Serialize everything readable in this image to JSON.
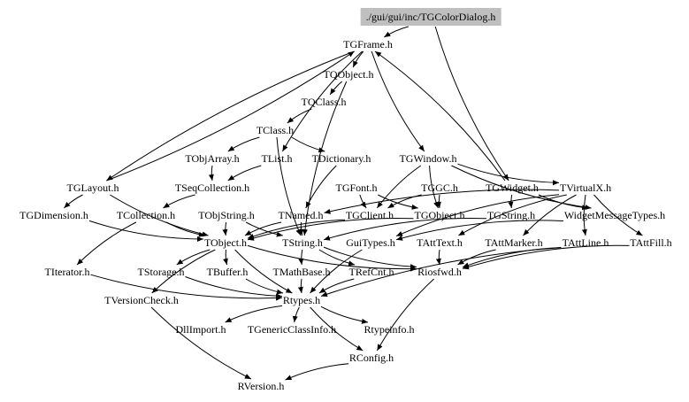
{
  "diagram": {
    "type": "include-dependency-graph",
    "colors": {
      "root_fill": "#bfbfbf",
      "edge": "#000000",
      "text": "#000000",
      "background": "#ffffff"
    },
    "nodes": [
      {
        "id": "root",
        "label": "./gui/gui/inc/TGColorDialog.h"
      },
      {
        "id": "TGFrame",
        "label": "TGFrame.h"
      },
      {
        "id": "TQObject",
        "label": "TQObject.h"
      },
      {
        "id": "TQClass",
        "label": "TQClass.h"
      },
      {
        "id": "TClass",
        "label": "TClass.h"
      },
      {
        "id": "TObjArray",
        "label": "TObjArray.h"
      },
      {
        "id": "TList",
        "label": "TList.h"
      },
      {
        "id": "TDictionary",
        "label": "TDictionary.h"
      },
      {
        "id": "TGWindow",
        "label": "TGWindow.h"
      },
      {
        "id": "TGLayout",
        "label": "TGLayout.h"
      },
      {
        "id": "TSeqCollection",
        "label": "TSeqCollection.h"
      },
      {
        "id": "TGFont",
        "label": "TGFont.h"
      },
      {
        "id": "TGGC",
        "label": "TGGC.h"
      },
      {
        "id": "TGWidget",
        "label": "TGWidget.h"
      },
      {
        "id": "TVirtualX",
        "label": "TVirtualX.h"
      },
      {
        "id": "TGDimension",
        "label": "TGDimension.h"
      },
      {
        "id": "TCollection",
        "label": "TCollection.h"
      },
      {
        "id": "TObjString",
        "label": "TObjString.h"
      },
      {
        "id": "TNamed",
        "label": "TNamed.h"
      },
      {
        "id": "TGClient",
        "label": "TGClient.h"
      },
      {
        "id": "TGObject",
        "label": "TGObject.h"
      },
      {
        "id": "TGString",
        "label": "TGString.h"
      },
      {
        "id": "WidgetMessageTypes",
        "label": "WidgetMessageTypes.h"
      },
      {
        "id": "TObject",
        "label": "TObject.h"
      },
      {
        "id": "TString",
        "label": "TString.h"
      },
      {
        "id": "GuiTypes",
        "label": "GuiTypes.h"
      },
      {
        "id": "TAttText",
        "label": "TAttText.h"
      },
      {
        "id": "TAttMarker",
        "label": "TAttMarker.h"
      },
      {
        "id": "TAttLine",
        "label": "TAttLine.h"
      },
      {
        "id": "TAttFill",
        "label": "TAttFill.h"
      },
      {
        "id": "TIterator",
        "label": "TIterator.h"
      },
      {
        "id": "TStorage",
        "label": "TStorage.h"
      },
      {
        "id": "TBuffer",
        "label": "TBuffer.h"
      },
      {
        "id": "TMathBase",
        "label": "TMathBase.h"
      },
      {
        "id": "TRefCnt",
        "label": "TRefCnt.h"
      },
      {
        "id": "Riosfwd",
        "label": "Riosfwd.h"
      },
      {
        "id": "TVersionCheck",
        "label": "TVersionCheck.h"
      },
      {
        "id": "Rtypes",
        "label": "Rtypes.h"
      },
      {
        "id": "DllImport",
        "label": "DllImport.h"
      },
      {
        "id": "TGenericClassInfo",
        "label": "TGenericClassInfo.h"
      },
      {
        "id": "Rtypeinfo",
        "label": "Rtypeinfo.h"
      },
      {
        "id": "RConfig",
        "label": "RConfig.h"
      },
      {
        "id": "RVersion",
        "label": "RVersion.h"
      }
    ],
    "edges": [
      [
        "root",
        "TGFrame"
      ],
      [
        "root",
        "TGWidget"
      ],
      [
        "TGFrame",
        "TQObject"
      ],
      [
        "TGFrame",
        "TGWindow"
      ],
      [
        "TGFrame",
        "TGLayout"
      ],
      [
        "TGFrame",
        "TList"
      ],
      [
        "TQObject",
        "TQClass"
      ],
      [
        "TQObject",
        "TString"
      ],
      [
        "TQClass",
        "TClass"
      ],
      [
        "TClass",
        "TObjArray"
      ],
      [
        "TClass",
        "TDictionary"
      ],
      [
        "TClass",
        "TString"
      ],
      [
        "TObjArray",
        "TSeqCollection"
      ],
      [
        "TList",
        "TSeqCollection"
      ],
      [
        "TDictionary",
        "TNamed"
      ],
      [
        "TGWindow",
        "TGObject"
      ],
      [
        "TGWindow",
        "TGClient"
      ],
      [
        "TGWindow",
        "TVirtualX"
      ],
      [
        "TGWindow",
        "WidgetMessageTypes"
      ],
      [
        "TGLayout",
        "TGDimension"
      ],
      [
        "TGLayout",
        "TGFrame"
      ],
      [
        "TGLayout",
        "TObject"
      ],
      [
        "TSeqCollection",
        "TCollection"
      ],
      [
        "TGFont",
        "TGClient"
      ],
      [
        "TGFont",
        "TGObject"
      ],
      [
        "TGGC",
        "TGClient"
      ],
      [
        "TGGC",
        "TGObject"
      ],
      [
        "TGWidget",
        "TGString"
      ],
      [
        "TGWidget",
        "WidgetMessageTypes"
      ],
      [
        "TGWidget",
        "TGFrame"
      ],
      [
        "TVirtualX",
        "TNamed"
      ],
      [
        "TVirtualX",
        "GuiTypes"
      ],
      [
        "TVirtualX",
        "TAttText"
      ],
      [
        "TVirtualX",
        "TAttMarker"
      ],
      [
        "TVirtualX",
        "TAttLine"
      ],
      [
        "TVirtualX",
        "TAttFill"
      ],
      [
        "TGDimension",
        "TObject"
      ],
      [
        "TCollection",
        "TObject"
      ],
      [
        "TCollection",
        "TIterator"
      ],
      [
        "TObjString",
        "TObject"
      ],
      [
        "TObjString",
        "TString"
      ],
      [
        "TNamed",
        "TObject"
      ],
      [
        "TNamed",
        "TString"
      ],
      [
        "TGClient",
        "TObject"
      ],
      [
        "TGObject",
        "TObject"
      ],
      [
        "TGString",
        "TString"
      ],
      [
        "WidgetMessageTypes",
        "GuiTypes"
      ],
      [
        "TObject",
        "TStorage"
      ],
      [
        "TObject",
        "TBuffer"
      ],
      [
        "TObject",
        "TVersionCheck"
      ],
      [
        "TObject",
        "Riosfwd"
      ],
      [
        "TObject",
        "Rtypes"
      ],
      [
        "TString",
        "TMathBase"
      ],
      [
        "TString",
        "TRefCnt"
      ],
      [
        "TString",
        "Riosfwd"
      ],
      [
        "GuiTypes",
        "Rtypes"
      ],
      [
        "TAttText",
        "Riosfwd"
      ],
      [
        "TAttMarker",
        "Riosfwd"
      ],
      [
        "TAttLine",
        "Riosfwd"
      ],
      [
        "TAttFill",
        "Riosfwd"
      ],
      [
        "TAttLine",
        "Rtypes"
      ],
      [
        "TIterator",
        "Rtypes"
      ],
      [
        "TStorage",
        "Rtypes"
      ],
      [
        "TBuffer",
        "Rtypes"
      ],
      [
        "TMathBase",
        "Rtypes"
      ],
      [
        "TRefCnt",
        "Rtypes"
      ],
      [
        "Riosfwd",
        "RConfig"
      ],
      [
        "TVersionCheck",
        "RVersion"
      ],
      [
        "Rtypes",
        "DllImport"
      ],
      [
        "Rtypes",
        "TGenericClassInfo"
      ],
      [
        "Rtypes",
        "Rtypeinfo"
      ],
      [
        "Rtypes",
        "RConfig"
      ],
      [
        "RConfig",
        "RVersion"
      ]
    ]
  }
}
